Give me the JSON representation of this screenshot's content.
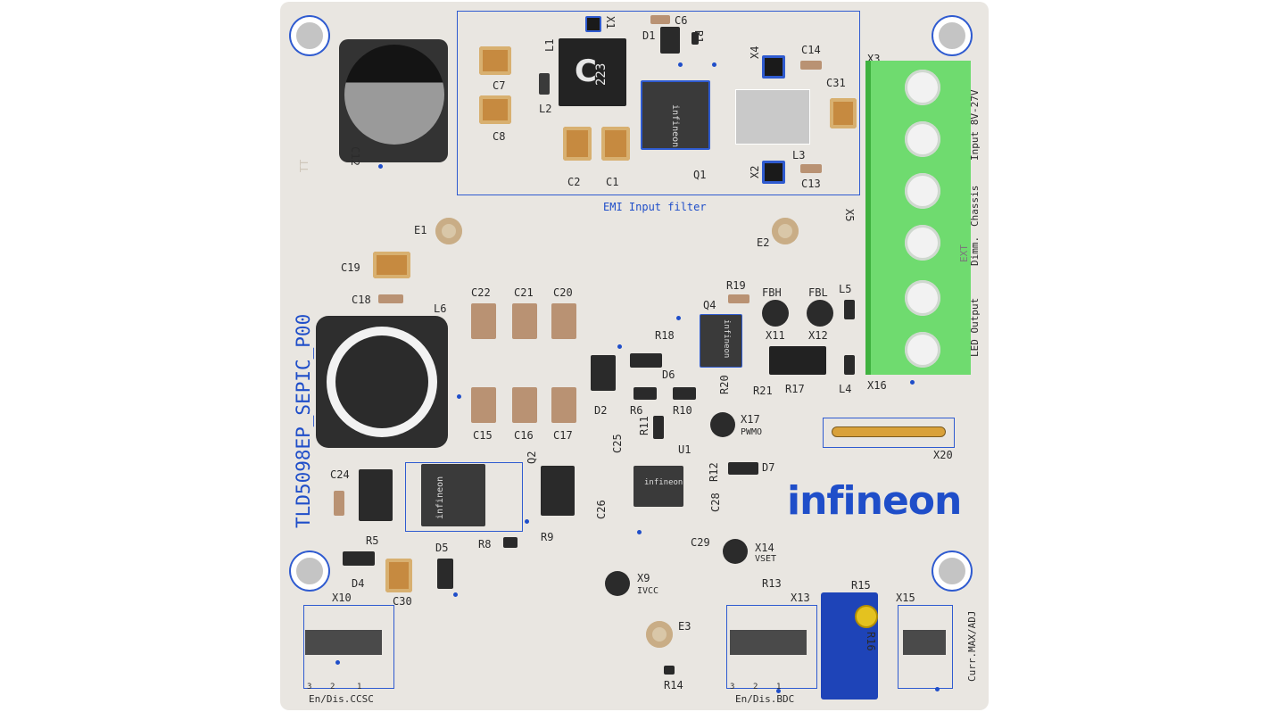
{
  "board": {
    "name": "TLD5098EP_SEPIC_P00",
    "logo": "infineon",
    "emi_filter_label": "EMI Input filter",
    "terminal_labels": {
      "input": "Input 8V-27V",
      "chassis": "Chassis",
      "dimm": "Dimm.",
      "ext": "EXT",
      "led_output": "LED Output"
    },
    "header_captions": {
      "x10": "En/Dis.CCSC",
      "x13": "En/Dis.BDC",
      "x15": "Curr.MAX/ADJ"
    },
    "pin_numbers": [
      "3",
      "2",
      "1"
    ],
    "chip_marks": {
      "l1_letter": "C",
      "l1_code": "223",
      "q1": "infineon",
      "q2": "infineon",
      "q4": "infineon",
      "u1": "infineon"
    },
    "test_point_captions": {
      "x9": "IVCC",
      "x14": "VSET",
      "x17": "PWMO"
    }
  },
  "refs": {
    "x1": "X1",
    "c6": "C6",
    "d1": "D1",
    "r1": "R1",
    "l1": "L1",
    "c7": "C7",
    "l2": "L2",
    "c8": "C8",
    "x4": "X4",
    "c14": "C14",
    "x3": "X3",
    "c31": "C31",
    "c12": "C12",
    "q1": "Q1",
    "l3": "L3",
    "x2": "X2",
    "c13": "C13",
    "c2": "C2",
    "c1": "C1",
    "e1": "E1",
    "e2": "E2",
    "x5": "X5",
    "c19": "C19",
    "c18": "C18",
    "c22": "C22",
    "c21": "C21",
    "c20": "C20",
    "r19": "R19",
    "fbh": "FBH",
    "fbl": "FBL",
    "l5": "L5",
    "l6": "L6",
    "q4": "Q4",
    "r18": "R18",
    "x11": "X11",
    "x12": "X12",
    "d6": "D6",
    "r20": "R20",
    "r21": "R21",
    "r17": "R17",
    "l4": "L4",
    "x16": "X16",
    "d2": "D2",
    "r6": "R6",
    "r10": "R10",
    "c15": "C15",
    "c16": "C16",
    "c17": "C17",
    "r11": "R11",
    "x17": "X17",
    "x20": "X20",
    "c25": "C25",
    "u1": "U1",
    "r12": "R12",
    "d7": "D7",
    "c24": "C24",
    "q2": "Q2",
    "c26": "C26",
    "c28": "C28",
    "r8": "R8",
    "r9": "R9",
    "c29": "C29",
    "x14": "X14",
    "r5": "R5",
    "d5": "D5",
    "d4": "D4",
    "c30": "C30",
    "x9": "X9",
    "r13": "R13",
    "x10": "X10",
    "e3": "E3",
    "r15": "R15",
    "x13": "X13",
    "x15": "X15",
    "r16": "R16",
    "r14": "R14"
  },
  "colors": {
    "board": "#e9e6e1",
    "silkscreen_blue": "#1f4ec9",
    "terminal_green": "#6fdb6f",
    "pot_blue": "#1e44b8"
  }
}
